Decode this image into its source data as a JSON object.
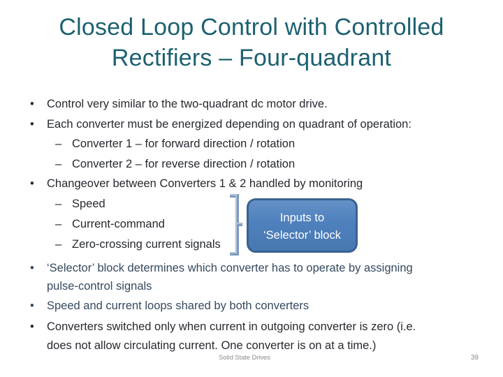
{
  "slide": {
    "title": {
      "line1": "Closed Loop Control with Controlled",
      "line2": "Rectifiers – Four-quadrant"
    },
    "bullets": [
      {
        "marker": "•",
        "text": "Control very similar to the two-quadrant dc motor drive."
      },
      {
        "marker": "•",
        "text": "Each converter must be energized depending on quadrant of operation:"
      },
      {
        "marker": "–",
        "text": "Converter 1 – for forward direction / rotation"
      },
      {
        "marker": "–",
        "text": "Converter 2 – for reverse direction / rotation"
      },
      {
        "marker": "•",
        "text": "Changeover between Converters 1 & 2 handled by monitoring"
      },
      {
        "marker": "–",
        "text": "Speed"
      },
      {
        "marker": "–",
        "text": "Current-command"
      },
      {
        "marker": "–",
        "text": "Zero-crossing current signals"
      },
      {
        "marker": "•",
        "text": "‘Selector’ block determines which converter has to operate by assigning"
      },
      {
        "marker": "",
        "text": "pulse-control signals"
      },
      {
        "marker": "•",
        "text": "Speed and current loops shared by both converters"
      },
      {
        "marker": "•",
        "text": "Converters switched only when current in outgoing converter is zero (i.e."
      },
      {
        "marker": "",
        "text": "does not allow circulating current. One converter is on at a time.)"
      }
    ],
    "callout": {
      "line1": "Inputs to",
      "line2": "‘Selector’ block"
    },
    "footer": {
      "title": "Solid State Drives",
      "page": "39"
    },
    "colors": {
      "title_text": "#1C6170",
      "body_text": "#26292F",
      "accent_text": "#35495F",
      "callout_fill": "#4E80BC",
      "callout_border": "#3A6292",
      "bracket": "#7F9ABE",
      "footer_text": "#8C8C8C"
    }
  }
}
